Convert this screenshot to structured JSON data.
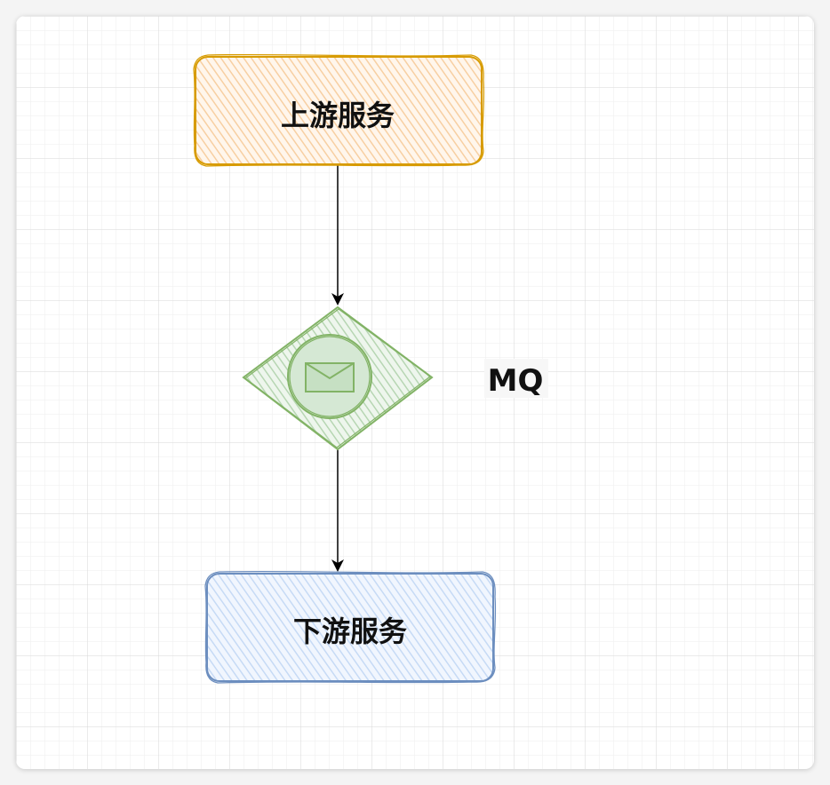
{
  "diagram": {
    "nodes": [
      {
        "id": "upstream",
        "label": "上游服务",
        "fill": "#fad7ac",
        "stroke": "#d79b00"
      },
      {
        "id": "mq",
        "label": "MQ",
        "fill": "#d5e8d4",
        "stroke": "#82b366"
      },
      {
        "id": "downstream",
        "label": "下游服务",
        "fill": "#dae8fc",
        "stroke": "#6c8ebf"
      }
    ],
    "edges": [
      {
        "from": "upstream",
        "to": "mq"
      },
      {
        "from": "mq",
        "to": "downstream"
      }
    ],
    "icons": {
      "mq": "envelope-icon"
    }
  }
}
